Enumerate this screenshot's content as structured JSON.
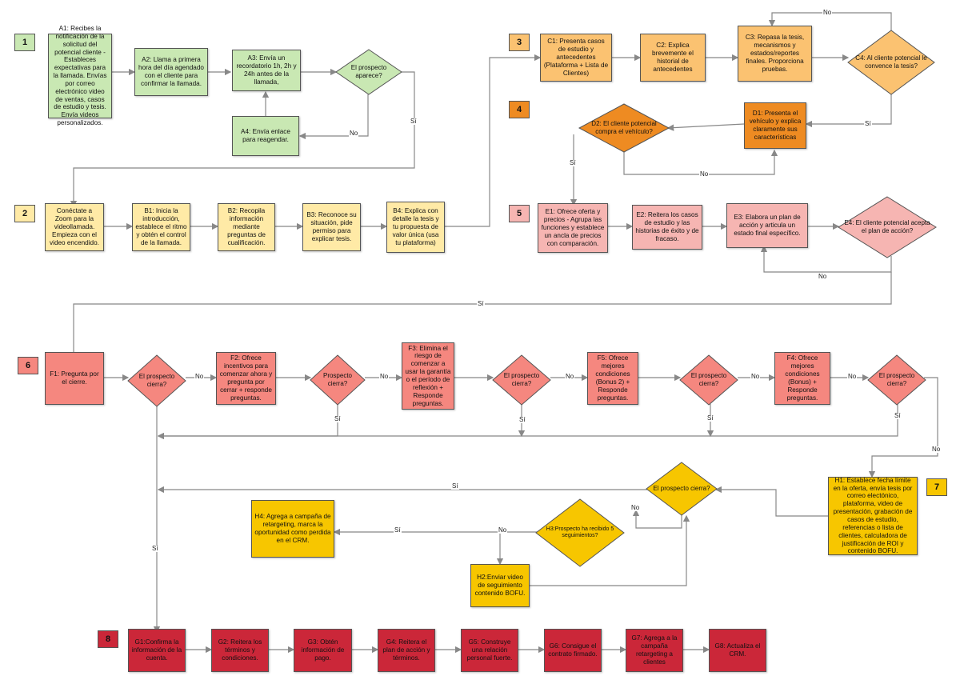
{
  "colors": {
    "green": "#c9e8b3",
    "yellow": "#ffeaa6",
    "orange": "#fbc271",
    "dark_orange": "#ee8b22",
    "pink": "#f6b5b2",
    "salmon": "#f5877f",
    "gold": "#f7c600",
    "red": "#cb2739",
    "connector": "#888888"
  },
  "stages": [
    "1",
    "2",
    "3",
    "4",
    "5",
    "6",
    "7",
    "8"
  ],
  "nodes": {
    "A1": "A1: Recibes la notificación de la solicitud del potencial cliente - Estableces expectativas para la llamada. Envías por correo electrónico video de ventas, casos de estudio y tesis. Envía videos personalizados.",
    "A2": "A2: Llama a primera hora del día agendado con el cliente para confirmar la llamada.",
    "A3": "A3: Envía un recordatorio 1h, 2h y 24h antes de la llamada,",
    "A_dec": "El prospecto aparece?",
    "A4": "A4: Envía enlace para reagendar.",
    "B0": "Conéctate a Zoom para la videollamada. Empieza con el video encendido.",
    "B1": "B1: Inicia la introducción, establece el ritmo y obtén el control de la llamada.",
    "B2": "B2: Recopila información mediante preguntas de cualificación.",
    "B3": "B3: Reconoce su situación, pide permiso para explicar tesis.",
    "B4": "B4: Explica con detalle la tesis y tu propuesta de valor única (usa tu plataforma)",
    "C1": "C1: Presenta casos de estudio y antecedentes (Plataforma + Lista de Clientes)",
    "C2": "C2: Explica brevemente el historial de antecedentes",
    "C3": "C3: Repasa la tesis, mecanismos y estados/reportes finales. Proporciona pruebas.",
    "C4": "C4: Al cliente potencial le convence la tesis?",
    "D1": "D1: Presenta el vehículo y explica claramente sus características",
    "D2": "D2: El cliente potencial compra el vehículo?",
    "E1": "E1: Ofrece oferta y precios - Agrupa las funciones y establece un ancla de precios con comparación.",
    "E2": "E2: Reitera los casos de estudio y las historias de éxito y de fracaso.",
    "E3": "E3: Elabora un plan de acción y articula un estado final específico.",
    "E4": "E4: El cliente potencial acepta el plan de acción?",
    "F1": "F1: Pregunta por el cierre.",
    "F_dec1": "El prospecto cierra?",
    "F2": "F2: Ofrece incentivos para comenzar ahora y pregunta por cerrar + responde preguntas.",
    "F_dec2": "Prospecto cierra?",
    "F3": "F3: Elimina el riesgo de comenzar a usar la garantía o el período de reflexión + Responde preguntas.",
    "F_dec3": "El prospecto cierra?",
    "F5": "F5: Ofrece mejores condiciones (Bonus 2) + Responde preguntas.",
    "F_dec4": "El prospecto cierra?",
    "F4": "F4: Ofrece mejores condiciones (Bonus) + Responde preguntas.",
    "F_dec5": "El prospecto cierra?",
    "H1": "H1: Establece fecha límite en la oferta, envía tesis por correo electónico, plataforma, video de presentación, grabación de casos de estudio, referencias o lista de clientes, calculadora de justificación de ROI y contenido BOFU.",
    "H_dec1": "El prospecto cierra?",
    "H3": "H3:Prospecto ha recibido 5 seguimientos?",
    "H4": "H4: Agrega a campaña de retargeting, marca la oportunidad como perdida en el CRM.",
    "H2": "H2:Enviar video de seguimiento contenido BOFU.",
    "G1": "G1:Confirma la información de la cuenta.",
    "G2": "G2: Reitera los términos y condiciones.",
    "G3": "G3: Obtén información de pago.",
    "G4": "G4: Reitera el plan de acción y términos.",
    "G5": "G5: Construye una relación personal fuerte.",
    "G6": "G6: Consigue el contrato firmado.",
    "G7": "G7: Agrega a la campaña retargeting a clientes",
    "G8": "G8: Actualiza el CRM."
  },
  "edge_labels": {
    "yes": "Sí",
    "no": "No"
  }
}
